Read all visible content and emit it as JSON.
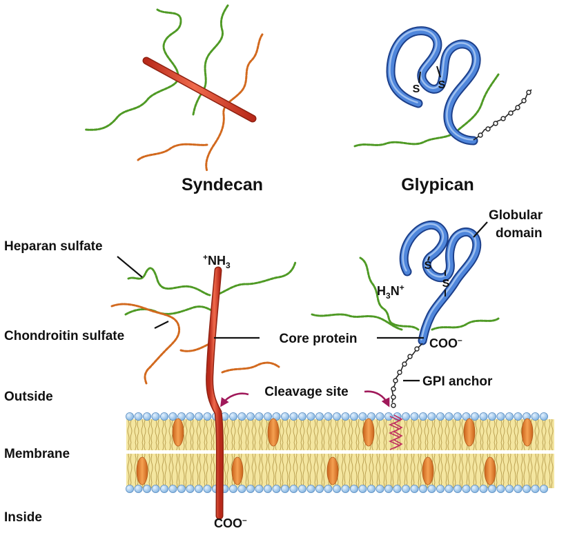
{
  "labels": {
    "syndecan": "Syndecan",
    "glypican": "Glypican",
    "heparan_sulfate": "Heparan sulfate",
    "chondroitin_sulfate": "Chondroitin sulfate",
    "core_protein": "Core protein",
    "cleavage_site": "Cleavage site",
    "gpi_anchor": "GPI anchor",
    "globular_line1": "Globular",
    "globular_line2": "domain",
    "outside": "Outside",
    "membrane": "Membrane",
    "inside": "Inside",
    "nh3_plus": "+",
    "nh3_main": "NH",
    "nh3_sub": "3",
    "h3n_main": "H",
    "h3n_sub": "3",
    "h3n_n": "N",
    "h3n_plus": "+",
    "coo_membrane": "COO",
    "coo_glypican": "COO",
    "minus": "–",
    "sulfur": "S"
  },
  "colors": {
    "core_protein": "#d9432a",
    "glypican_protein": "#3d6fc2",
    "heparan_sulfate": "#4f9a25",
    "chondroitin_sulfate": "#d2691e",
    "lipid_head": "#a6cdee",
    "lipid_tail": "#f2e394",
    "membrane_protein": "#e8862a",
    "cleavage_arrow": "#a0195a"
  }
}
